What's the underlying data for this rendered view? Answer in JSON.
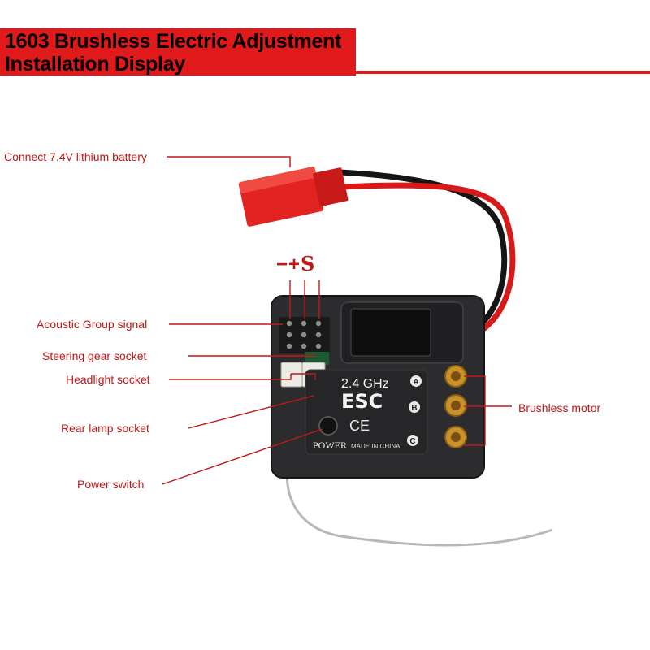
{
  "banner": {
    "line1": "1603 Brushless Electric Adjustment",
    "line2": "Installation Display",
    "color": "#e01a1a"
  },
  "pins": {
    "minus": "−",
    "plus": "+",
    "signal": "S"
  },
  "labels": {
    "battery": "Connect 7.4V lithium battery",
    "acoustic": "Acoustic Group signal",
    "steering": "Steering gear socket",
    "headlight": "Headlight socket",
    "rear_lamp": "Rear lamp socket",
    "power_switch": "Power switch",
    "motor": "Brushless motor"
  },
  "device": {
    "freq": "2.4 GHz",
    "model": "ESC",
    "power": "POWER",
    "origin": "MADE IN CHINA",
    "ce": "CE",
    "phases": [
      "A",
      "B",
      "C"
    ]
  },
  "label_color": "#c01818"
}
